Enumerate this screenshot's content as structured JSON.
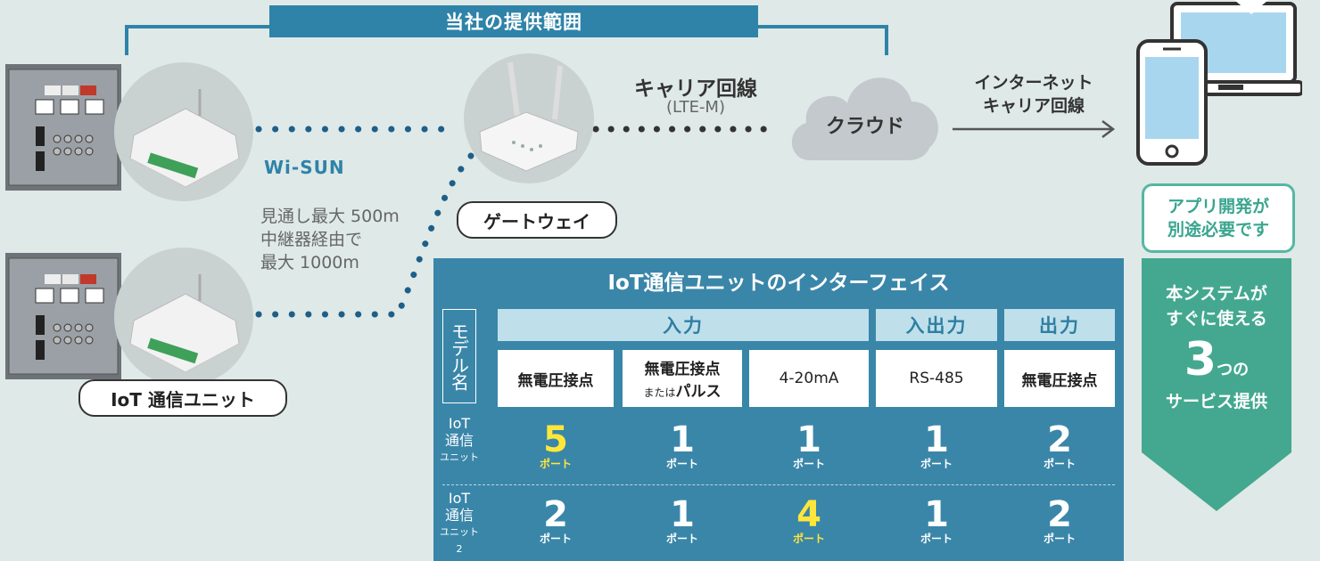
{
  "scope": {
    "title": "当社の提供範囲"
  },
  "carrier": {
    "title": "キャリア回線",
    "sub": "(LTE-M)"
  },
  "cloud": {
    "label": "クラウド"
  },
  "internet": {
    "line1": "インターネット",
    "line2": "キャリア回線"
  },
  "wisun": {
    "label": "Wi-SUN",
    "range1": "見通し最大 500m",
    "range2": "中継器経由で",
    "range3": "最大 1000m"
  },
  "gateway": {
    "label": "ゲートウェイ"
  },
  "unit": {
    "label": "IoT 通信ユニット"
  },
  "app_badge": {
    "line1": "アプリ開発が",
    "line2": "別途必要です"
  },
  "service": {
    "line1": "本システムが",
    "line2": "すぐに使える",
    "number": "3",
    "suffix": "つの",
    "line3": "サービス提供"
  },
  "interface": {
    "title": "IoT通信ユニットのインターフェイス",
    "model_header": "モデル名",
    "groups": [
      "入力",
      "入出力",
      "出力"
    ],
    "columns": [
      {
        "main": "無電圧接点",
        "small": "",
        "tail": ""
      },
      {
        "main": "無電圧接点",
        "small": "または",
        "tail": "パルス"
      },
      {
        "main": "4-20mA",
        "small": "",
        "tail": ""
      },
      {
        "main": "RS-485",
        "small": "",
        "tail": ""
      },
      {
        "main": "無電圧接点",
        "small": "",
        "tail": ""
      }
    ],
    "port_unit": "ポート",
    "rows": [
      {
        "name1": "IoT",
        "name2": "通信",
        "name3": "ユニット",
        "ports": [
          "5",
          "1",
          "1",
          "1",
          "2"
        ]
      },
      {
        "name1": "IoT",
        "name2": "通信",
        "name3": "ユニット2",
        "ports": [
          "2",
          "1",
          "4",
          "1",
          "2"
        ]
      }
    ]
  },
  "colors": {
    "background": "#dfe9e7",
    "table": "#3a86a9",
    "header": "#bfe0ea",
    "highlight": "#ffe73a",
    "service": "#43a88f",
    "dots": "#1e5f8a"
  }
}
